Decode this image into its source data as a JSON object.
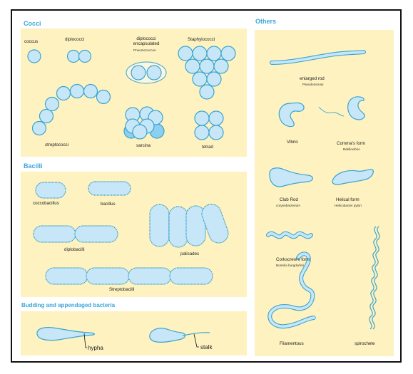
{
  "headings": {
    "cocci": "Cocci",
    "others": "Others",
    "bacilli": "Bacilli",
    "budding": "Budding and appendaged bacteria"
  },
  "cocci": {
    "coccus": "coccus",
    "diplococci": "diplococci",
    "diplococci_encap": "diplococci encapsulated",
    "diplococci_encap_sub": "Pneumococcus",
    "staphylococci": "Staphylococci",
    "streptococci": "streptococci",
    "sarcina": "sarcina",
    "tetrad": "tetrad"
  },
  "bacilli": {
    "coccobacillus": "coccobacillus",
    "bacillus": "bacillus",
    "diplobacilli": "diplobacilli",
    "palisades": "palisades",
    "streptobacilli": "Streptobacilli"
  },
  "budding": {
    "hypha": "hypha",
    "stalk": "stalk"
  },
  "others": {
    "enlarged_rod": "enlarged rod",
    "enlarged_rod_sub": "Pseudomonas",
    "vibrio": "Vibrio",
    "commas_form": "Comma's form",
    "commas_form_sub": "Bdellovibrio",
    "club_rod": "Club Rod",
    "club_rod_sub": "corynebacterium",
    "helical_form": "Helical form",
    "helical_form_sub": "Helicobacter pylori",
    "corkscrew": "Corkscrew's form",
    "corkscrew_sub": "Borrelia burgdorferi",
    "filamentous": "Filamentous",
    "spirochete": "spirochete"
  },
  "colors": {
    "panel": "#fdf2c0",
    "cell_fill": "#c7e7f8",
    "cell_stroke": "#3aa4cf",
    "heading": "#3ba7d6"
  }
}
